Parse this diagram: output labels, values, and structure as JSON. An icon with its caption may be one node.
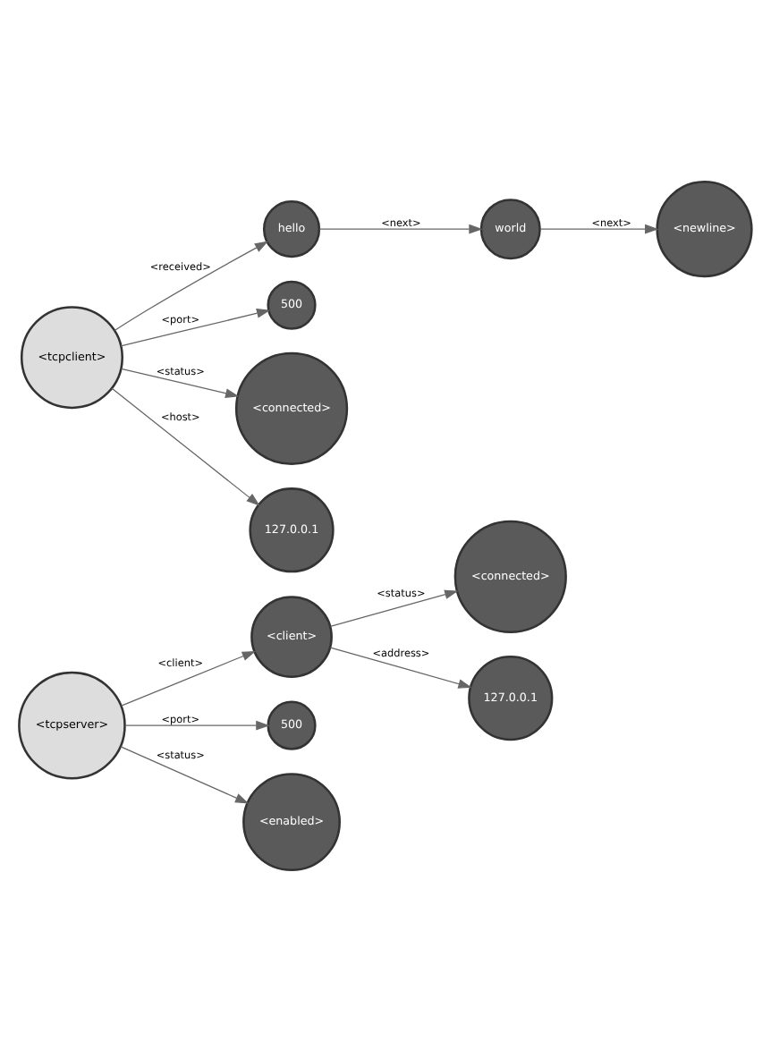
{
  "diagram": {
    "nodes": [
      {
        "text": [
          "<tcpserver>"
        ]
      },
      {
        "text": [
          "<client>"
        ]
      },
      {
        "text": [
          "<connected>"
        ]
      },
      {
        "text": [
          "127.0.0.1"
        ]
      },
      {
        "text": [
          "500"
        ]
      },
      {
        "text": [
          "<enabled>"
        ]
      },
      {
        "text": [
          "<tcpclient>"
        ]
      },
      {
        "text": [
          "hello"
        ]
      },
      {
        "text": [
          "world"
        ]
      },
      {
        "text": [
          "<newline>"
        ]
      },
      {
        "text": [
          "500"
        ]
      },
      {
        "text": [
          "<connected>"
        ]
      },
      {
        "text": [
          "127.0.0.1"
        ]
      }
    ],
    "edges": [
      {
        "from": 0,
        "to": 1,
        "arrow": "to",
        "label": "<client>"
      },
      {
        "from": 1,
        "to": 2,
        "arrow": "to",
        "label": "<status>"
      },
      {
        "from": 1,
        "to": 3,
        "arrow": "to",
        "label": "<address>"
      },
      {
        "from": 0,
        "to": 4,
        "arrow": "to",
        "label": "<port>"
      },
      {
        "from": 0,
        "to": 5,
        "arrow": "to",
        "label": "<status>"
      },
      {
        "from": 6,
        "to": 7,
        "arrow": "to",
        "label": "<received>"
      },
      {
        "from": 7,
        "to": 8,
        "arrow": "to",
        "label": "<next>"
      },
      {
        "from": 8,
        "to": 9,
        "arrow": "to",
        "label": "<next>"
      },
      {
        "from": 6,
        "to": 10,
        "arrow": "to",
        "label": "<port>"
      },
      {
        "from": 6,
        "to": 11,
        "arrow": "to",
        "label": "<status>"
      },
      {
        "from": 6,
        "to": 12,
        "arrow": "to",
        "label": "<host>"
      }
    ]
  }
}
